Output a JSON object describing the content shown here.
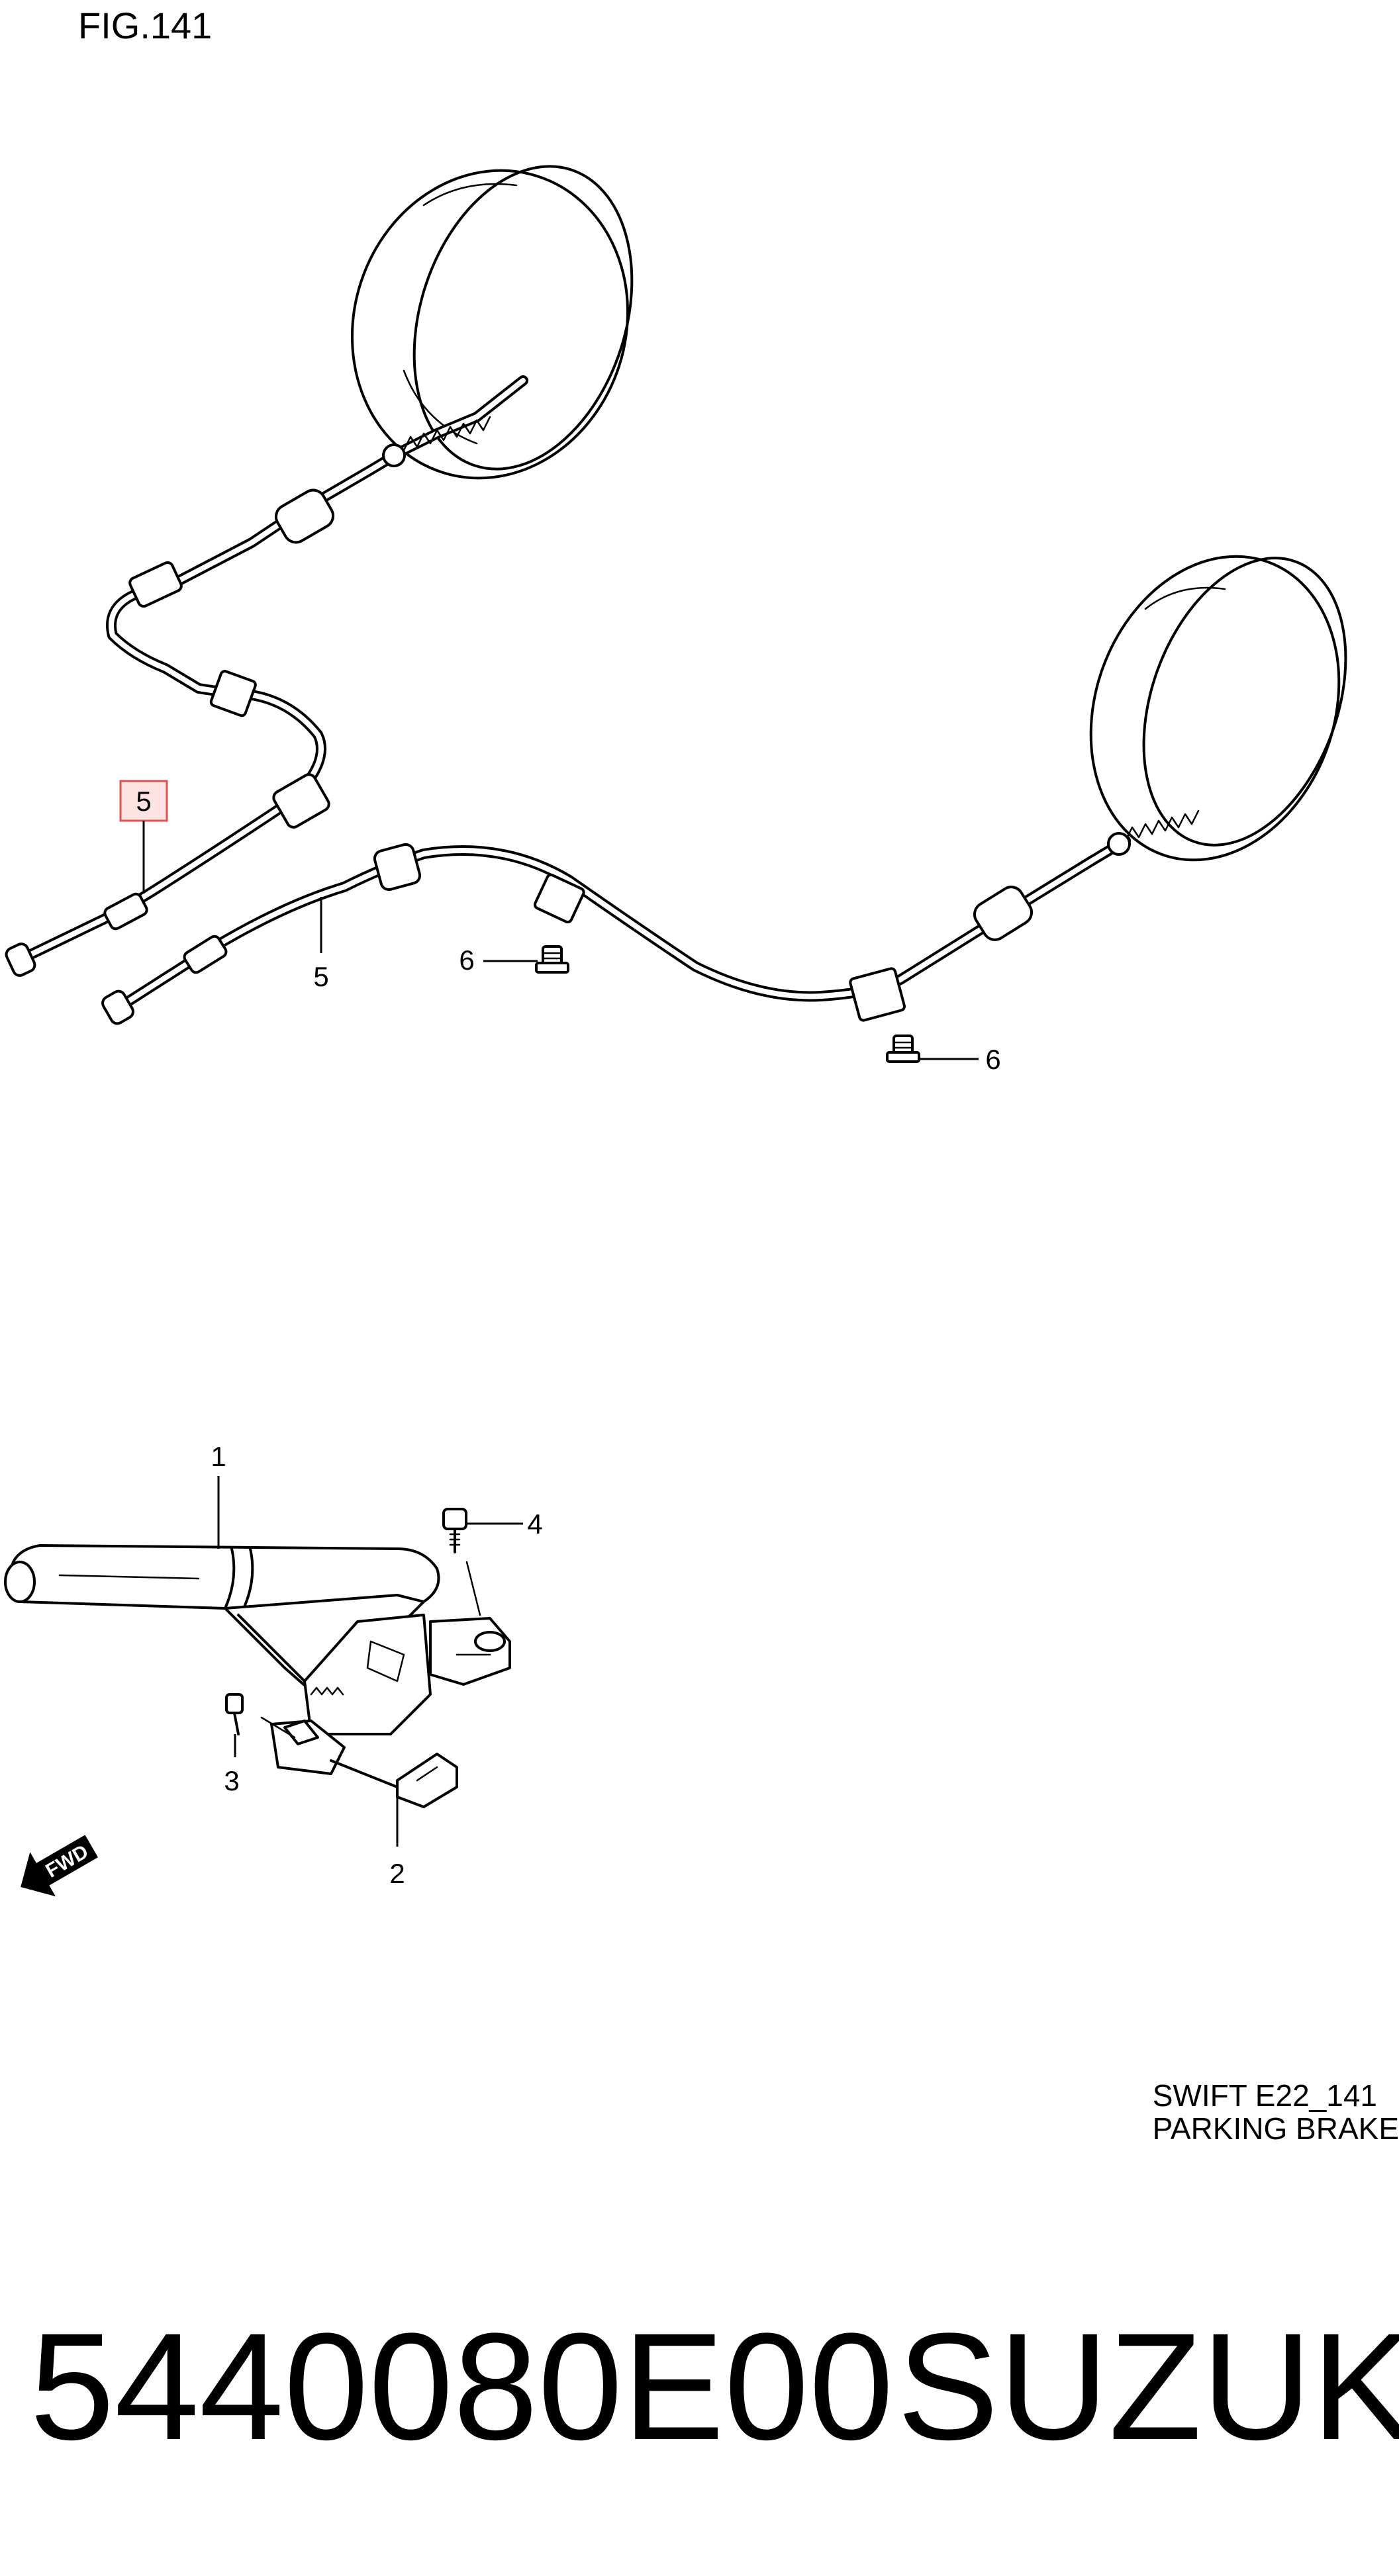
{
  "figure": {
    "label": "FIG.141"
  },
  "callouts": {
    "c1": "1",
    "c2": "2",
    "c3": "3",
    "c4": "4",
    "c5_highlighted": "5",
    "c5": "5",
    "c6_left": "6",
    "c6_right": "6"
  },
  "direction_marker": {
    "text": "FWD",
    "icon": "fwd-arrow-icon"
  },
  "caption": {
    "line1": "SWIFT E22_141",
    "line2": "PARKING BRAKE"
  },
  "footer": {
    "part_number": "5440080E00",
    "brand": "SUZUKI"
  },
  "colors": {
    "highlight_fill": "#fde2e2",
    "highlight_stroke": "#d9534f",
    "ink": "#000000"
  }
}
